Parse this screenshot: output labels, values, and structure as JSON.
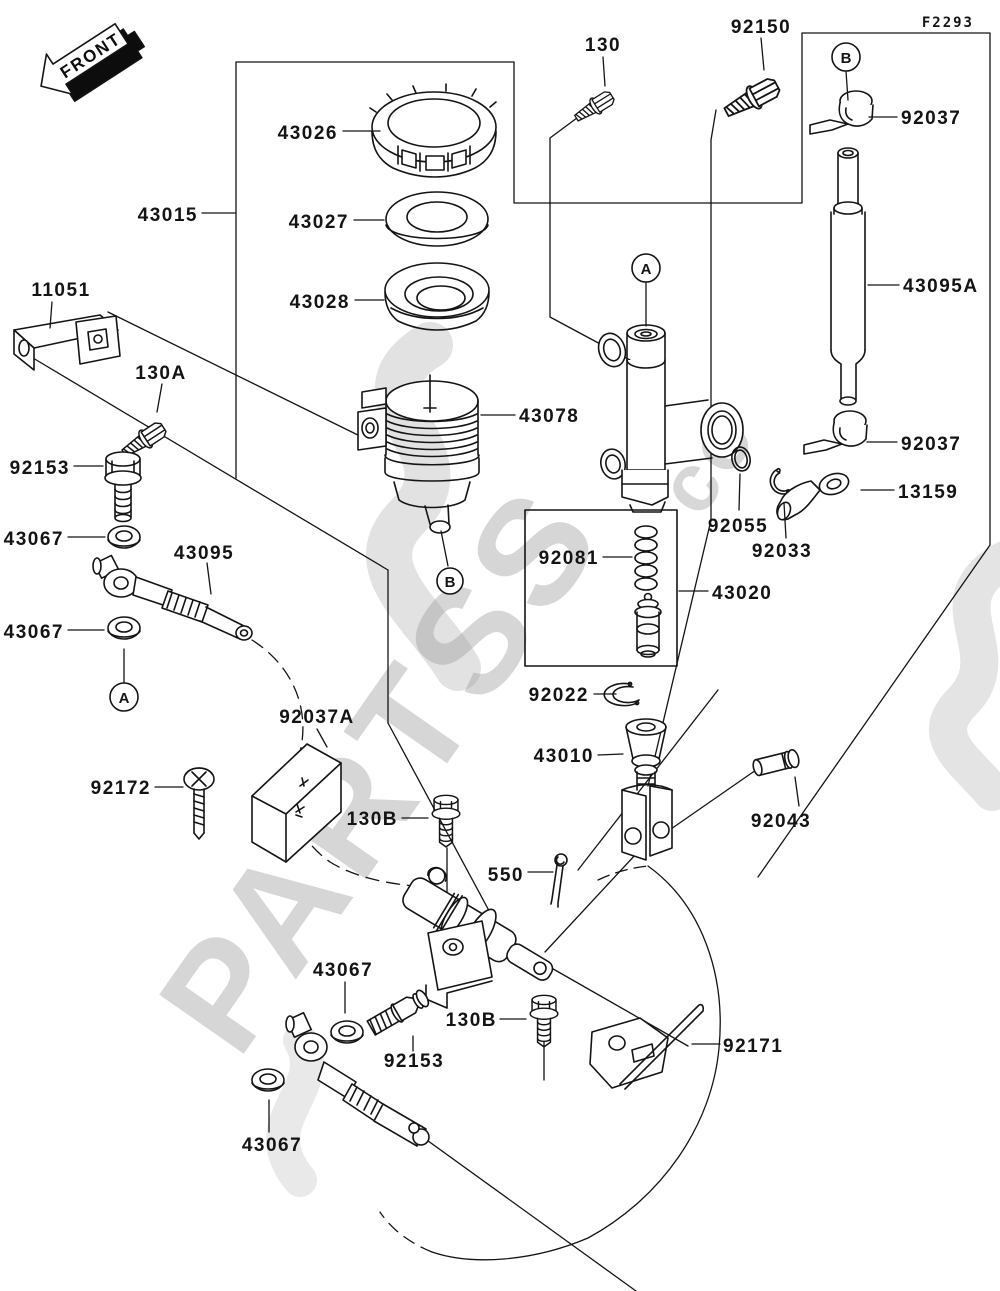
{
  "diagram": {
    "code": "F2293",
    "front_label": "FRONT",
    "watermark": {
      "text": "PARTSS",
      "suffix": "co"
    },
    "callouts": {
      "a": "A",
      "b": "B"
    },
    "labels": {
      "p43015": "43015",
      "p43026": "43026",
      "p43027": "43027",
      "p43028": "43028",
      "p11051": "11051",
      "p130": "130",
      "p130A": "130A",
      "p92150": "92150",
      "p92037_1": "92037",
      "p92037_2": "92037",
      "p43095A": "43095A",
      "p92153_1": "92153",
      "p43067_1": "43067",
      "p43095": "43095",
      "p43067_2": "43067",
      "p43078": "43078",
      "p92055": "92055",
      "p92033": "92033",
      "p13159": "13159",
      "p92081": "92081",
      "p43020": "43020",
      "p92022": "92022",
      "p43010": "43010",
      "p92043": "92043",
      "p92037A": "92037A",
      "p92172": "92172",
      "p130B_1": "130B",
      "p550": "550",
      "p43067_3": "43067",
      "p92153_2": "92153",
      "p130B_2": "130B",
      "p92171": "92171",
      "p43067_4": "43067"
    }
  }
}
